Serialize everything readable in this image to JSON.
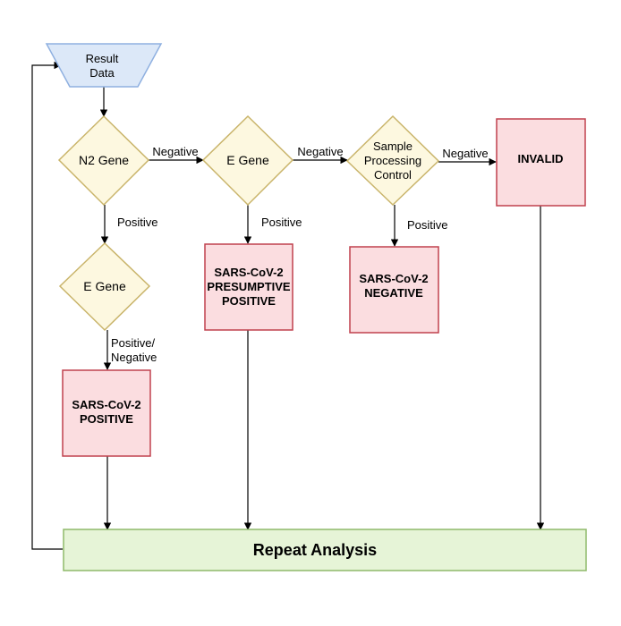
{
  "nodes": {
    "result_data": [
      "Result",
      "Data"
    ],
    "n2_gene": "N2 Gene",
    "e_gene_top": "E Gene",
    "sample_processing_control": [
      "Sample",
      "Processing",
      "Control"
    ],
    "invalid": "INVALID",
    "e_gene_left": "E Gene",
    "sars_presumptive_positive": [
      "SARS-CoV-2",
      "PRESUMPTIVE",
      "POSITIVE"
    ],
    "sars_negative": [
      "SARS-CoV-2",
      "NEGATIVE"
    ],
    "sars_positive": [
      "SARS-CoV-2",
      "POSITIVE"
    ],
    "repeat_analysis": "Repeat Analysis"
  },
  "edge_labels": {
    "n2_to_egene": "Negative",
    "egene_to_spc": "Negative",
    "spc_to_invalid": "Negative",
    "n2_down": "Positive",
    "egene_down": "Positive",
    "spc_down": "Positive",
    "egene_left_down": [
      "Positive/",
      "Negative"
    ]
  },
  "colors": {
    "trapezoid_fill": "#dce8f8",
    "trapezoid_stroke": "#8fb0e0",
    "diamond_fill": "#fdf8e0",
    "diamond_stroke": "#c9b46a",
    "result_fill": "#fbdde0",
    "result_stroke": "#c0414e",
    "repeat_fill": "#e6f4d7",
    "repeat_stroke": "#8fba6a"
  }
}
